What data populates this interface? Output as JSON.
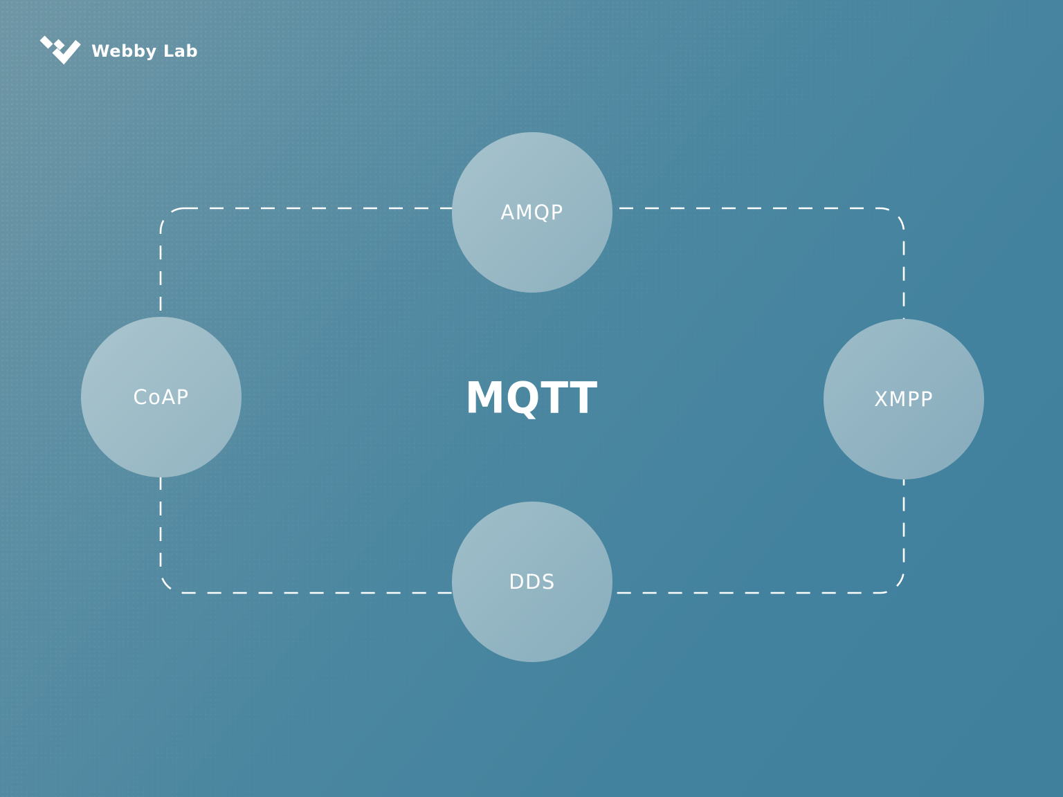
{
  "brand": {
    "logo_text": "Webby Lab",
    "logo_icon": "webbylab-w-icon"
  },
  "diagram": {
    "type": "protocol-comparison",
    "center_label": "MQTT",
    "frame_style": "dashed-rounded-rectangle",
    "nodes": [
      {
        "id": "amqp",
        "label": "AMQP",
        "position": "top"
      },
      {
        "id": "coap",
        "label": "CoAP",
        "position": "left"
      },
      {
        "id": "xmpp",
        "label": "XMPP",
        "position": "right"
      },
      {
        "id": "dds",
        "label": "DDS",
        "position": "bottom"
      }
    ]
  },
  "colors": {
    "background_start": "#6f96a5",
    "background_end": "#40809d",
    "node_fill": "#97b8c4",
    "dash_line": "#ffffff",
    "text": "#ffffff"
  }
}
